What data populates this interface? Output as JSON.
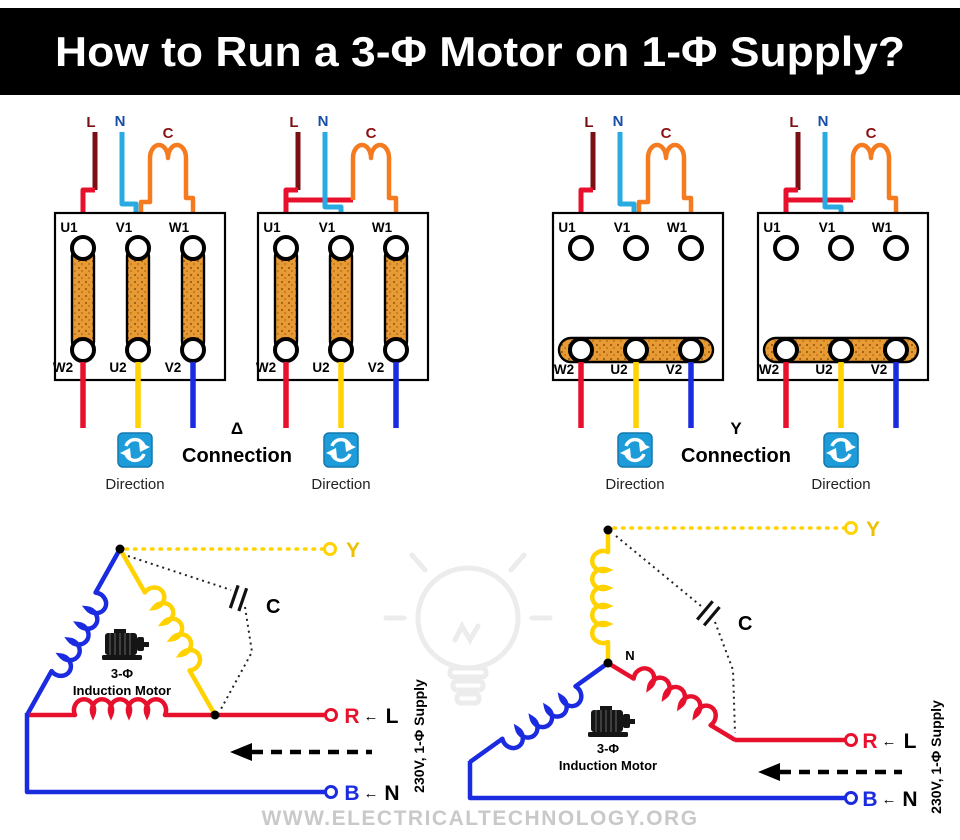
{
  "title": "How to Run a 3-Φ Motor on 1-Φ Supply?",
  "colors": {
    "header_bg": "#000000",
    "live_wire": "#7A1013",
    "neutral_wire": "#29ABE2",
    "capacitor_wire": "#F47B20",
    "phase_red": "#E8112D",
    "phase_yellow": "#FFD200",
    "phase_blue": "#1B2BE0",
    "direction_icon_blue": "#1E9CD9",
    "link_copper": "#E89B35"
  },
  "terminal_box": {
    "supply": {
      "l": "L",
      "n": "N",
      "c": "C"
    },
    "top": [
      "U1",
      "V1",
      "W1"
    ],
    "bottom": [
      "W2",
      "U2",
      "V2"
    ]
  },
  "connections": {
    "delta_symbol": "Δ",
    "star_symbol": "Y",
    "connection": "Connection",
    "direction": "Direction"
  },
  "schematic": {
    "y": "Y",
    "c": "C",
    "r": "R",
    "l": "L",
    "b": "B",
    "n": "N",
    "neutral_point": "N",
    "arrow_left": "←",
    "motor_type": "3-Φ",
    "motor_name": "Induction Motor",
    "supply_label": "230V, 1-Φ Supply"
  },
  "watermark": "WWW.ELECTRICALTECHNOLOGY.ORG"
}
